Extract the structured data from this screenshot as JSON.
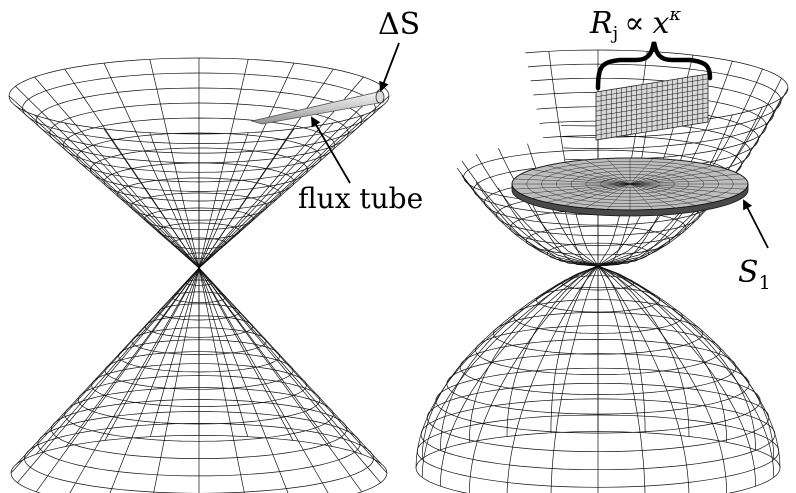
{
  "labels": {
    "delta_s": "ΔS",
    "flux_tube": "flux tube",
    "rj_main": "R",
    "rj_sub": "j",
    "rj_prop": "∝",
    "rj_x": "x",
    "rj_exp": "κ",
    "s1_main": "S",
    "s1_sub": "1"
  }
}
